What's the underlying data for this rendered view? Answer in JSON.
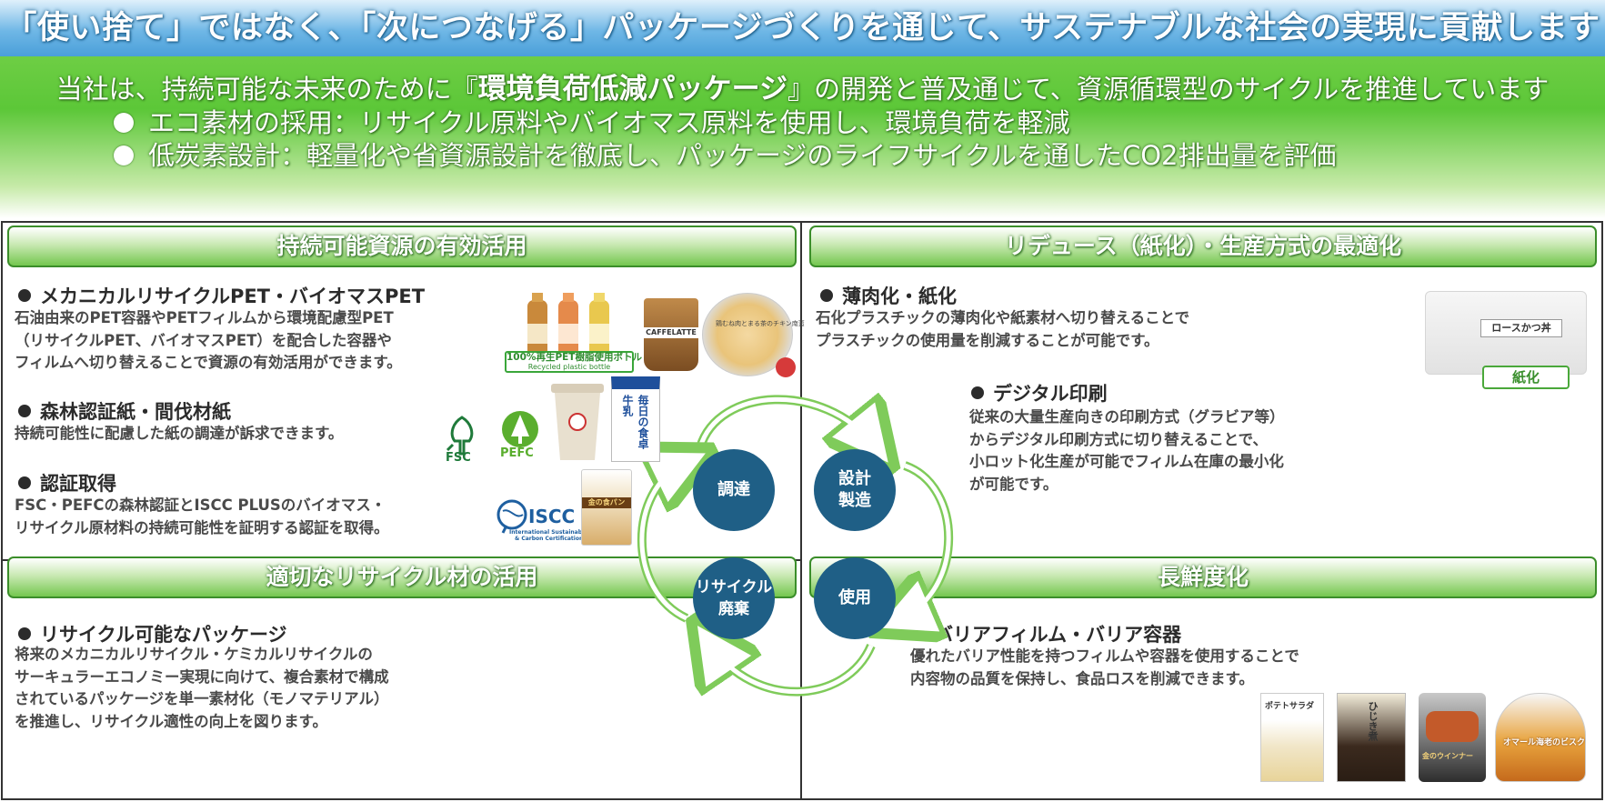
{
  "banner": {
    "headline": "「使い捨て」ではなく、「次につなげる」パッケージづくりを通じて、サステナブルな社会の実現に貢献します",
    "subline_pre": "当社は、持続可能な未来のために『",
    "subline_bold": "環境負荷低減パッケージ",
    "subline_post": "』の開発と普及通じて、資源循環型のサイクルを推進しています",
    "bullets": [
      "エコ素材の採用：リサイクル原料やバイオマス原料を使用し、環境負荷を軽減",
      "低炭素設計：軽量化や省資源設計を徹底し、パッケージのライフサイクルを通したCO2排出量を評価"
    ]
  },
  "sections": {
    "top_left": {
      "header": "持続可能資源の有効活用",
      "items": [
        {
          "title": "メカニカルリサイクルPET・バイオマスPET",
          "lines": [
            "石油由来のPET容器やPETフィルムから環境配慮型PET",
            "（リサイクルPET、バイオマスPET）を配合した容器や",
            "フィルムへ切り替えることで資源の有効活用ができます。"
          ]
        },
        {
          "title": "森林認証紙・間伐材紙",
          "lines": [
            "持続可能性に配慮した紙の調達が訴求できます。"
          ]
        },
        {
          "title": "認証取得",
          "lines": [
            "FSC・PEFCの森林認証とISCC PLUSのバイオマス・",
            "リサイクル原材料の持続可能性を証明する認証を取得。"
          ]
        }
      ]
    },
    "top_right": {
      "header": "リデュース（紙化）・生産方式の最適化",
      "items": [
        {
          "title": "薄肉化・紙化",
          "lines": [
            "石化プラスチックの薄肉化や紙素材へ切り替えることで",
            "プラスチックの使用量を削減することが可能です。"
          ]
        },
        {
          "title": "デジタル印刷",
          "lines": [
            "従来の大量生産向きの印刷方式（グラビア等）",
            "からデジタル印刷方式に切り替えることで、",
            "小ロット化生産が可能でフィルム在庫の最小化",
            "が可能です。"
          ]
        }
      ]
    },
    "bottom_left": {
      "header": "適切なリサイクル材の活用",
      "items": [
        {
          "title": "リサイクル可能なパッケージ",
          "lines": [
            "将来のメカニカルリサイクル・ケミカルリサイクルの",
            "サーキュラーエコノミー実現に向けて、複合素材で構成",
            "されているパッケージを単一素材化（モノマテリアル）",
            "を推進し、リサイクル適性の向上を図ります。"
          ]
        }
      ]
    },
    "bottom_right": {
      "header": "長鮮度化",
      "items": [
        {
          "title": "バリアフィルム・バリア容器",
          "lines": [
            "優れたバリア性能を持つフィルムや容器を使用することで",
            "内容物の品質を保持し、食品ロスを削減できます。"
          ]
        }
      ]
    }
  },
  "cycle": {
    "nodes": [
      {
        "key": "procure",
        "lines": [
          "調達"
        ]
      },
      {
        "key": "design",
        "lines": [
          "設計",
          "製造"
        ]
      },
      {
        "key": "use",
        "lines": [
          "使用"
        ]
      },
      {
        "key": "recycle",
        "lines": [
          "リサイクル",
          "廃棄"
        ]
      }
    ]
  },
  "labels": {
    "pet_badge_main": "100%再生PET樹脂使用ボトル",
    "pet_badge_sub": "Recycled plastic bottle",
    "cafe_latte": "CAFFELATTE",
    "chicken_salad": "鶏むね肉とまる茶のチキン南蛮",
    "milk": "毎日の食卓牛乳",
    "bread": "金の食パン",
    "fsc": "FSC",
    "pefc": "PEFC",
    "iscc": "ISCC",
    "iscc_sub1": "International Sustainability",
    "iscc_sub2": "& Carbon Certification",
    "tonkatsu": "ロースかつ丼",
    "paper_tag": "紙化",
    "potato_salad": "ポテトサラダ",
    "hijiki": "ひじき煮",
    "sausage": "金のウインナー",
    "bisque": "オマール海老のビスク"
  },
  "colors": {
    "banner_green": "#5cc738",
    "headline_blue": "#4a9fd9",
    "header_green": "#74c74f",
    "node_navy": "#1f5f86",
    "arrow_green": "#7fcb5a"
  }
}
